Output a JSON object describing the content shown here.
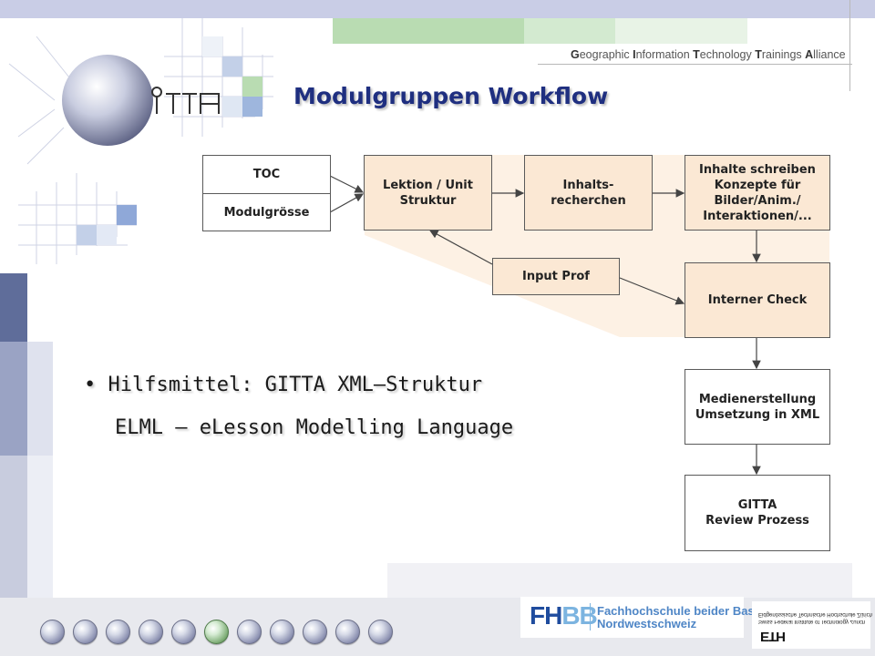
{
  "header": {
    "tagline_parts": [
      {
        "initial": "G",
        "rest": "eographic "
      },
      {
        "initial": "I",
        "rest": "nformation "
      },
      {
        "initial": "T",
        "rest": "echnology "
      },
      {
        "initial": "T",
        "rest": "rainings "
      },
      {
        "initial": "A",
        "rest": "lliance"
      }
    ],
    "logo_text": "GITTA"
  },
  "title": "Modulgruppen Workflow",
  "diagram": {
    "toc": "TOC",
    "modulgroesse": "Modulgrösse",
    "lektion": "Lektion / Unit\nStruktur",
    "inhalts": "Inhalts-\nrecherchen",
    "schreiben": "Inhalte schreiben\nKonzepte für\nBilder/Anim./\nInteraktionen/...",
    "input": "Input Prof",
    "check": "Interner Check",
    "medien": "Medienerstellung\nUmsetzung in XML",
    "review": "GITTA\nReview Prozess",
    "colors": {
      "peach": "#fbe8d4",
      "region": "#fdf1e4",
      "border": "#5a5a5a"
    }
  },
  "bullets": {
    "marker": "•",
    "line1": "Hilfsmittel: GITTA XML–Struktur",
    "line2": "ELML – eLesson Modelling Language"
  },
  "footer": {
    "fh": "FH",
    "bb": "BB",
    "school_line1": "Fachhochschule beider Basel",
    "school_line2": "Nordwestschweiz",
    "eth_line1": "Eidgenössische Technische Hochschule Zürich",
    "eth_line2": "Swiss Federal Institute of Technology Zurich",
    "eth": "ETH",
    "active_dot": 5
  },
  "colors": {
    "title": "#1f2f80",
    "accent_blue": "#1f4c9e",
    "accent_green": "#b9dcb2"
  }
}
